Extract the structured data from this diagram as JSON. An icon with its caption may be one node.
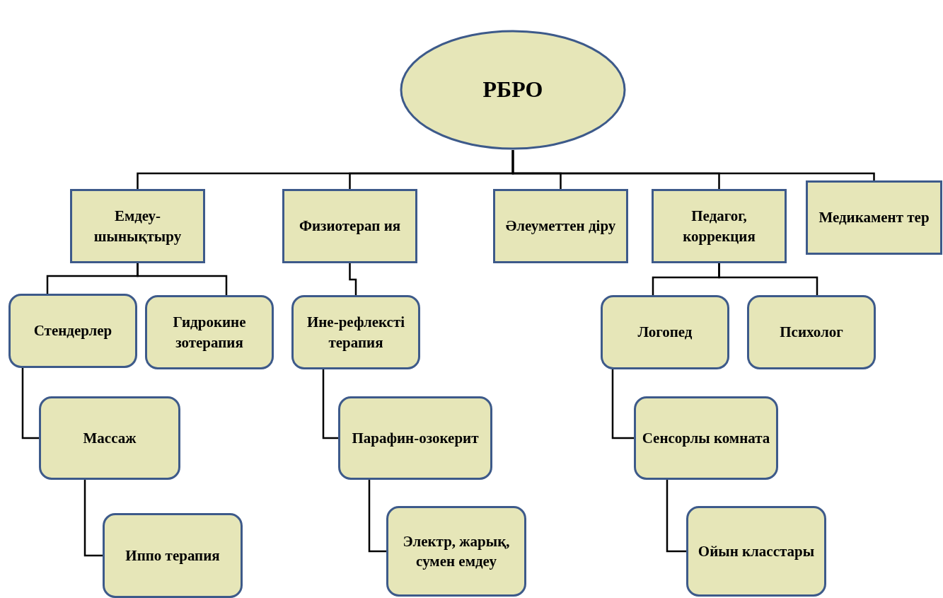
{
  "diagram": {
    "nodes": [
      {
        "text": [
          "РБРО"
        ]
      },
      {
        "text": [
          "Емдеу-шынықтыру"
        ]
      },
      {
        "text": [
          "Физиотерап ия"
        ]
      },
      {
        "text": [
          "Әлеуметтен діру"
        ]
      },
      {
        "text": [
          "Педагог, коррекция"
        ]
      },
      {
        "text": [
          "Медикамент тер"
        ]
      },
      {
        "text": [
          "Стендерлер"
        ]
      },
      {
        "text": [
          "Гидрокине зотерапия"
        ]
      },
      {
        "text": [
          "Ине-рефлексті терапия"
        ]
      },
      {
        "text": [
          "Логопед"
        ]
      },
      {
        "text": [
          "Психолог"
        ]
      },
      {
        "text": [
          "Массаж"
        ]
      },
      {
        "text": [
          "Парафин-озокерит"
        ]
      },
      {
        "text": [
          "Сенсорлы комната"
        ]
      },
      {
        "text": [
          "Иппо терапия"
        ]
      },
      {
        "text": [
          "Электр, жарық, сумен емдеу"
        ]
      },
      {
        "text": [
          "Ойын класстары"
        ]
      }
    ],
    "edges": [
      {
        "from": 0,
        "to": 1,
        "arrow": "none"
      },
      {
        "from": 0,
        "to": 2,
        "arrow": "none"
      },
      {
        "from": 0,
        "to": 3,
        "arrow": "none"
      },
      {
        "from": 0,
        "to": 4,
        "arrow": "none"
      },
      {
        "from": 0,
        "to": 5,
        "arrow": "none"
      },
      {
        "from": 1,
        "to": 6,
        "arrow": "none"
      },
      {
        "from": 1,
        "to": 7,
        "arrow": "none"
      },
      {
        "from": 2,
        "to": 8,
        "arrow": "none"
      },
      {
        "from": 4,
        "to": 9,
        "arrow": "none"
      },
      {
        "from": 4,
        "to": 10,
        "arrow": "none"
      },
      {
        "from": 6,
        "to": 11,
        "arrow": "none"
      },
      {
        "from": 11,
        "to": 14,
        "arrow": "none"
      },
      {
        "from": 8,
        "to": 12,
        "arrow": "none"
      },
      {
        "from": 12,
        "to": 15,
        "arrow": "none"
      },
      {
        "from": 9,
        "to": 13,
        "arrow": "none"
      },
      {
        "from": 13,
        "to": 16,
        "arrow": "none"
      }
    ]
  }
}
